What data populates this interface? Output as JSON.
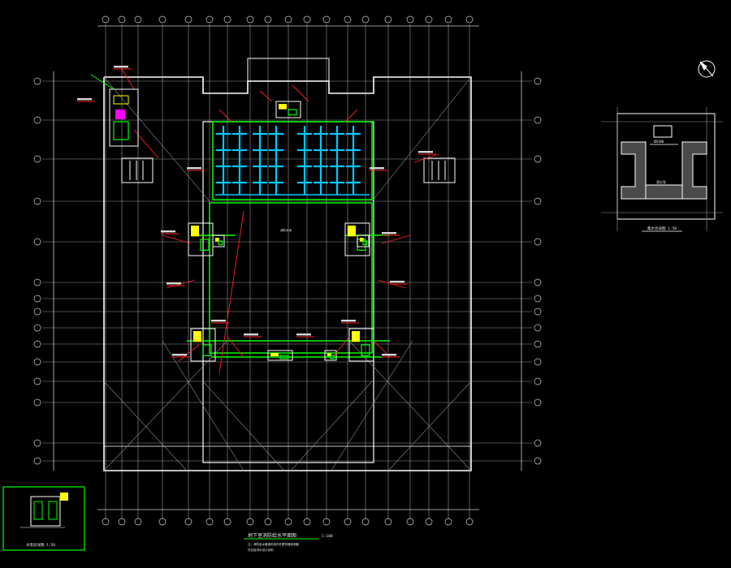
{
  "drawing": {
    "title": "地下室消防给水平面图",
    "scale": "1:100",
    "subtitle_line1": "注：消防给水管道采用内外壁热镀锌钢管",
    "subtitle_line2": "详见给排水设计说明"
  },
  "detail": {
    "title": "集水坑详图 1:50",
    "label_a": "DN100",
    "label_b": "潜水泵"
  },
  "inset": {
    "title": "水泵房详图 1:50"
  },
  "labels": {
    "center": "消防水池",
    "north_icon": "north-arrow"
  },
  "colors": {
    "background": "#000000",
    "wall": "#ffffff",
    "grid": "#bfbfbf",
    "pipe_cyan": "#00c8ff",
    "pipe_green": "#00ff00",
    "leader_red": "#ff2020",
    "equipment_yellow": "#ffff00",
    "equipment_magenta": "#ff00ff"
  }
}
